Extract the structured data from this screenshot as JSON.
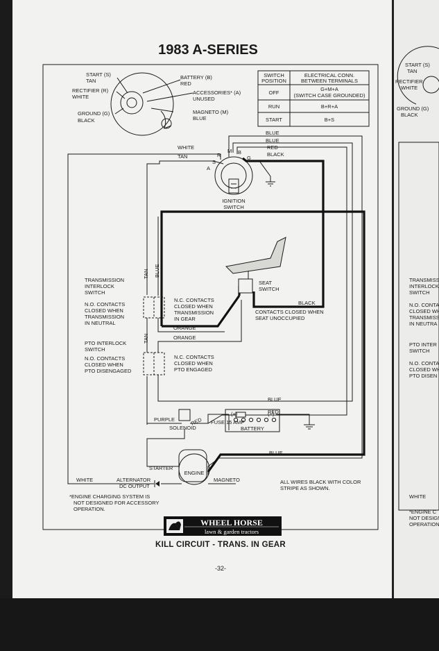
{
  "page": {
    "title": "1983 A-SERIES",
    "caption": "KILL CIRCUIT - TRANS. IN GEAR",
    "page_number": "-32-"
  },
  "inset": {
    "start": "START (S)",
    "start_color": "TAN",
    "battery": "BATTERY (B)",
    "battery_color": "RED",
    "rectifier": "RECTIFIER (R)",
    "rectifier_color": "WHITE",
    "accessories": "ACCESSORIES* (A)",
    "accessories_color": "UNUSED",
    "ground": "GROUND (G)",
    "ground_color": "BLACK",
    "magneto": "MAGNETO (M)",
    "magneto_color": "BLUE"
  },
  "switch_table": {
    "col1": [
      "SWITCH",
      "POSITION"
    ],
    "col2": [
      "ELECTRICAL CONN.",
      "BETWEEN TERMINALS"
    ],
    "rows": [
      {
        "position": "OFF",
        "conn": "G+M+A",
        "note": "(SWITCH CASE GROUNDED)"
      },
      {
        "position": "RUN",
        "conn": "B+R+A",
        "note": ""
      },
      {
        "position": "START",
        "conn": "B+S",
        "note": ""
      }
    ]
  },
  "wires": {
    "blue": "BLUE",
    "red": "RED",
    "black": "BLACK",
    "white": "WHITE",
    "tan": "TAN",
    "orange": "ORANGE",
    "purple": "PURPLE"
  },
  "terminals": {
    "a": "A",
    "s": "S",
    "r": "R",
    "m": "M",
    "b": "B",
    "g": "G"
  },
  "components": {
    "ignition_switch": [
      "IGNITION",
      "SWITCH"
    ],
    "seat_switch": [
      "SEAT",
      "SWITCH"
    ],
    "seat_contacts": [
      "CONTACTS CLOSED WHEN",
      "SEAT UNOCCUPIED"
    ],
    "transmission_switch": [
      "TRANSMISSION",
      "INTERLOCK",
      "SWITCH"
    ],
    "trans_no_left": [
      "N.O. CONTACTS",
      "CLOSED WHEN",
      "TRANSMISSION",
      "IN NEUTRAL"
    ],
    "trans_nc_right": [
      "N.C. CONTACTS",
      "CLOSED WHEN",
      "TRANSMISSION",
      "IN GEAR"
    ],
    "pto_switch": [
      "PTO INTERLOCK",
      "SWITCH"
    ],
    "pto_no_left": [
      "N.O. CONTACTS",
      "CLOSED WHEN",
      "PTO DISENGAGED"
    ],
    "pto_nc_right": [
      "N.C. CONTACTS",
      "CLOSED WHEN",
      "PTO ENGAGED"
    ],
    "fuse": "FUSE 15 AMP",
    "solenoid": "SOLENOID",
    "battery": "BATTERY",
    "battery_plus": "(+)",
    "battery_minus": "(−)",
    "engine": "ENGINE",
    "starter": "STARTER",
    "magneto": "MAGNETO",
    "alternator": [
      "ALTERNATOR",
      "DC OUTPUT"
    ]
  },
  "notes": {
    "wires_note": [
      "ALL WIRES BLACK WITH COLOR",
      "STRIPE AS SHOWN."
    ],
    "engine_note": [
      "*ENGINE CHARGING SYSTEM IS",
      "NOT DESIGNED FOR ACCESSORY",
      "OPERATION."
    ]
  },
  "logo": {
    "brand": "WHEEL HORSE",
    "tagline": "lawn & garden tractors"
  },
  "right_page": {
    "start": "START (S)",
    "tan": "TAN",
    "rectifier": "RECTIFIER",
    "white": "WHITE",
    "ground": "GROUND (G)",
    "black": "BLACK",
    "transmission": [
      "TRANSMISS",
      "INTERLOCK",
      "SWITCH"
    ],
    "no_contacts": [
      "N.O. CONTA",
      "CLOSED WH",
      "TRANSMISS",
      "IN NEUTRA"
    ],
    "pto": [
      "PTO INTER",
      "SWITCH"
    ],
    "pto_no": [
      "N.O. CONTA",
      "CLOSED WH",
      "PTO DISEN"
    ],
    "white_wire": "WHITE",
    "note": [
      "*ENGINE C",
      "NOT DESIGN",
      "OPERATION."
    ]
  }
}
